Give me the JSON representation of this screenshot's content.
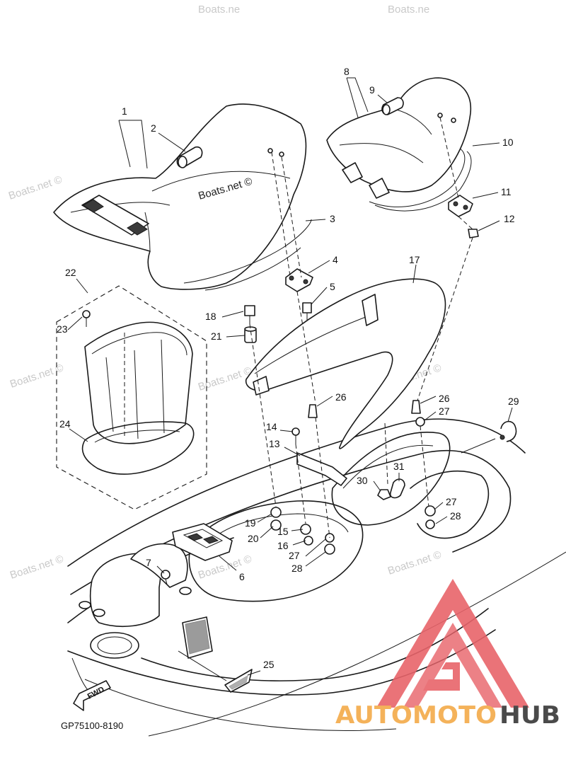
{
  "diagram": {
    "callouts": [
      "1",
      "2",
      "3",
      "4",
      "5",
      "6",
      "7",
      "8",
      "9",
      "10",
      "11",
      "12",
      "13",
      "14",
      "15",
      "16",
      "17",
      "18",
      "19",
      "20",
      "21",
      "22",
      "23",
      "24",
      "25",
      "26",
      "26",
      "27",
      "27",
      "27",
      "28",
      "28",
      "29",
      "30",
      "31"
    ],
    "diagram_code": "GP75100-8190",
    "fwd_label": "FWD",
    "watermark": "Boats.net ©",
    "watermark_short": "Boats.ne"
  },
  "logo": {
    "text_a": "AUTOMOTO",
    "text_b": "HUB",
    "colors": {
      "triangle": "#e8646a",
      "text_a": "#f4b25a",
      "text_b": "#4a4a4a"
    }
  }
}
